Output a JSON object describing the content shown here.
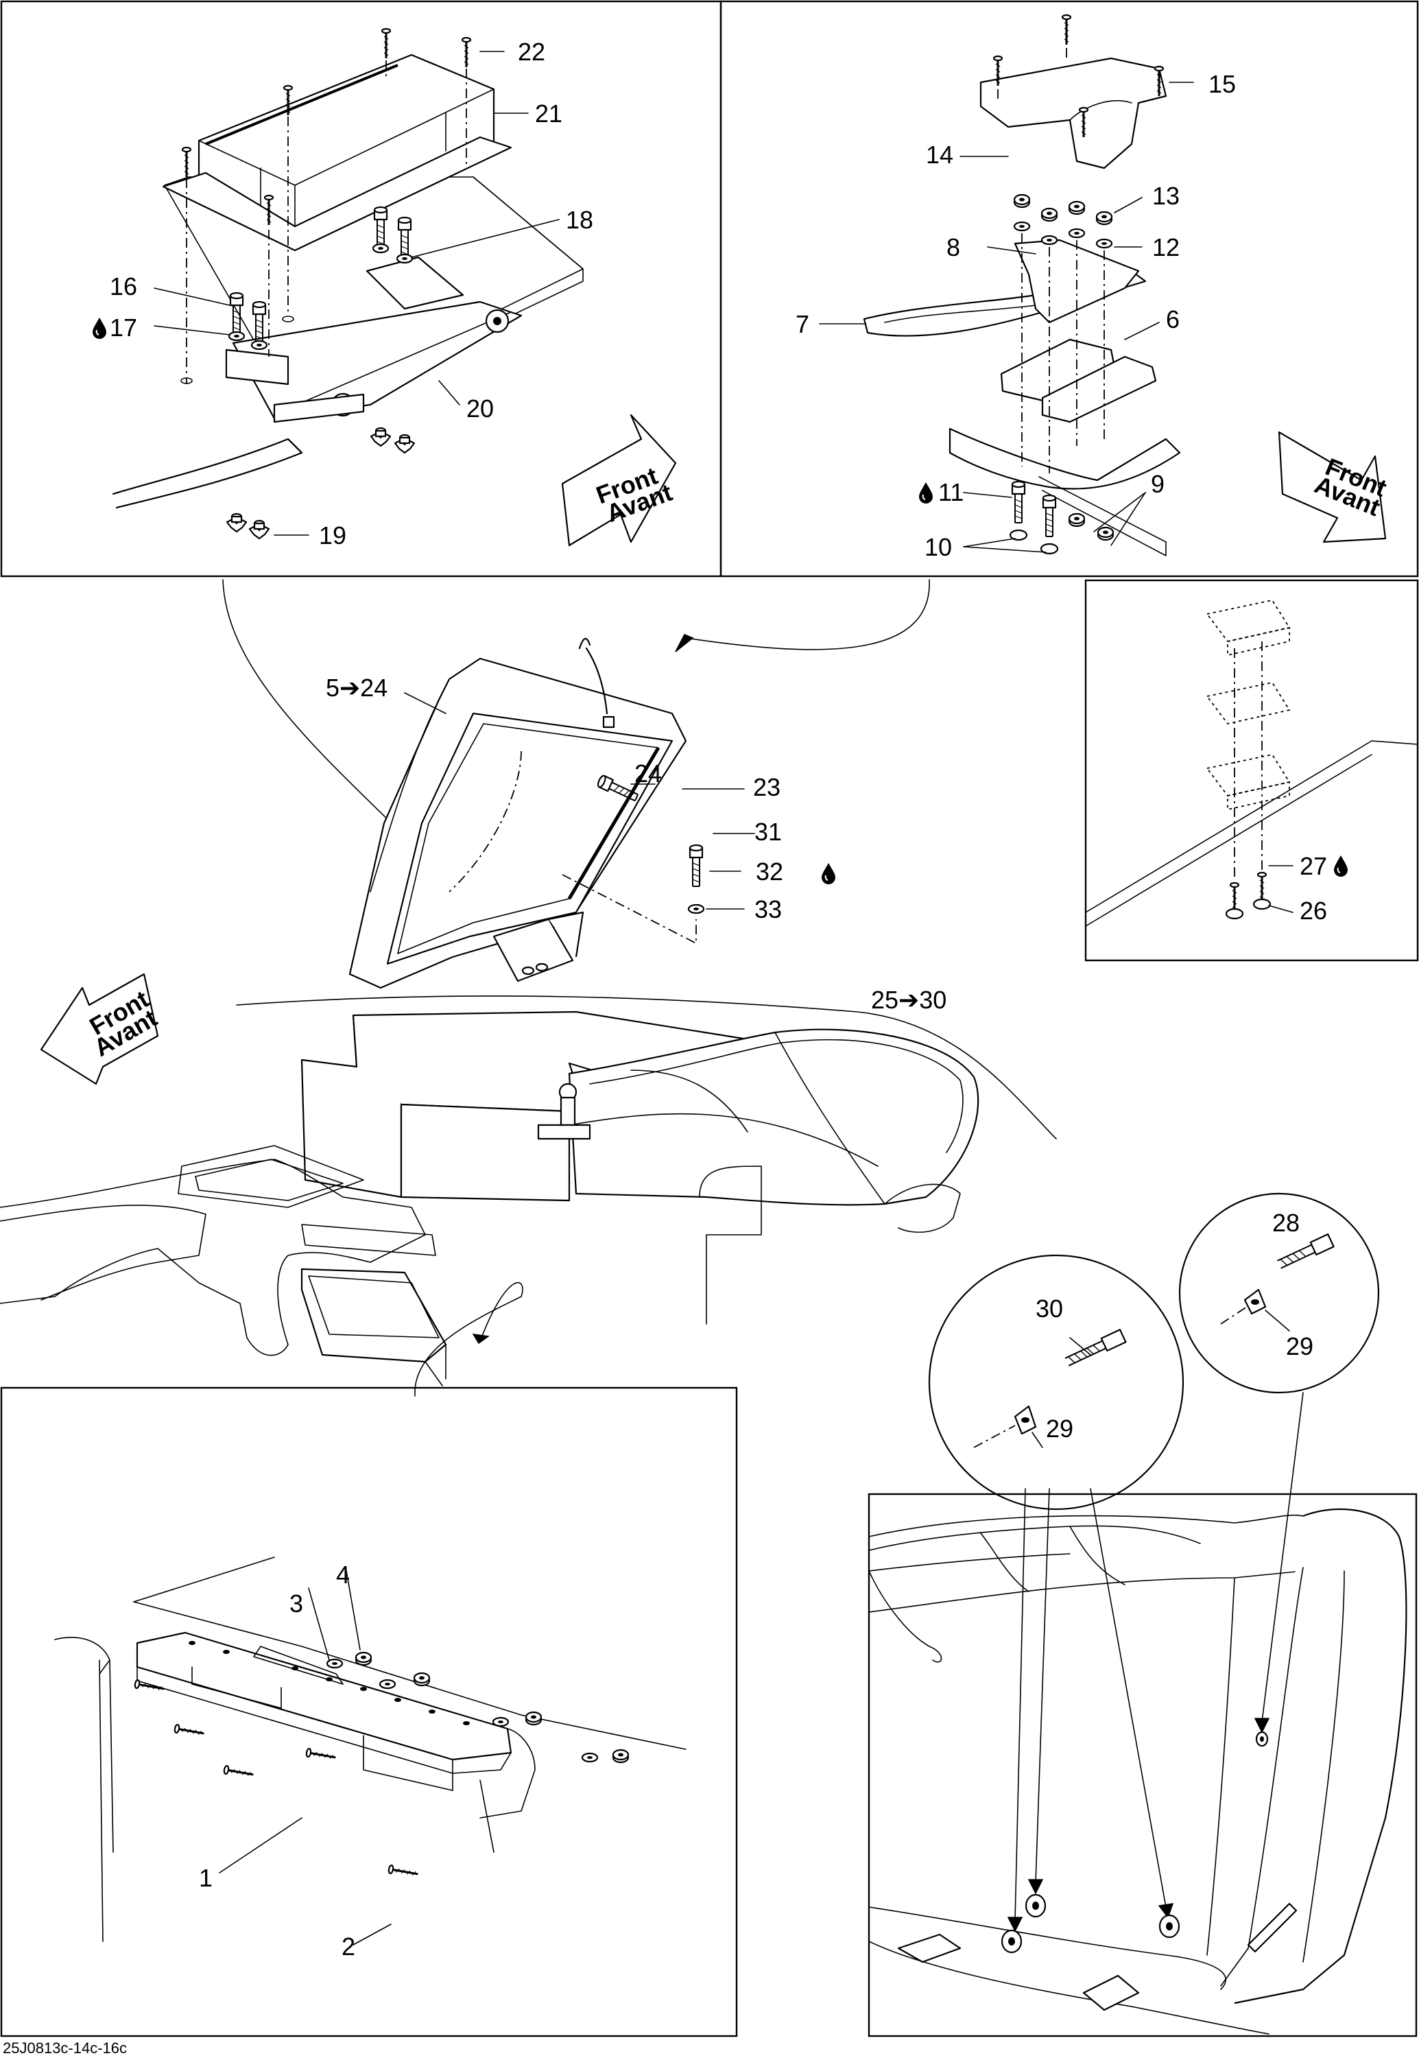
{
  "callouts": {
    "c1": "1",
    "c2": "2",
    "c3": "3",
    "c4": "4",
    "c5_24": "5➔24",
    "c6": "6",
    "c7": "7",
    "c8": "8",
    "c9": "9",
    "c10": "10",
    "c11": "11",
    "c12": "12",
    "c13": "13",
    "c14": "14",
    "c15": "15",
    "c16": "16",
    "c17": "17",
    "c18": "18",
    "c19": "19",
    "c20": "20",
    "c21": "21",
    "c22": "22",
    "c23": "23",
    "c24": "24",
    "c25_30": "25➔30",
    "c26": "26",
    "c27": "27",
    "c28": "28",
    "c29a": "29",
    "c29b": "29",
    "c30": "30",
    "c31": "31",
    "c32": "32",
    "c33": "33"
  },
  "direction_labels": {
    "front": "Front",
    "avant": "Avant"
  },
  "reference_code": "25J0813c-14c-16c",
  "icons": [
    "thread-locker-drop-icon",
    "front-direction-arrow-icon"
  ]
}
